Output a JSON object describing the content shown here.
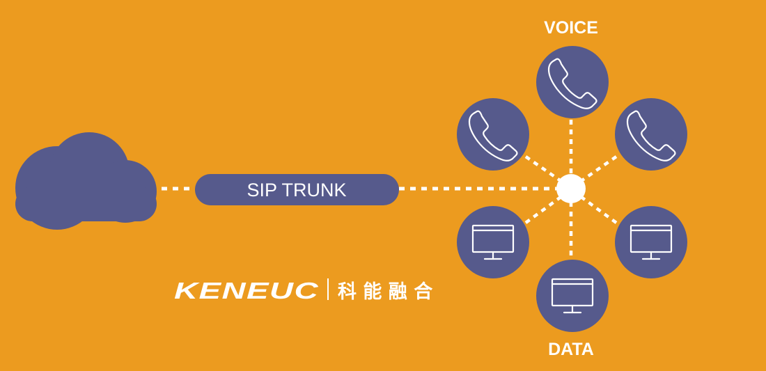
{
  "labels": {
    "top": "VOICE",
    "bottom": "DATA",
    "trunk": "SIP TRUNK"
  },
  "brand": {
    "logo_text": "KENEUC",
    "chinese": "科 能 融 合"
  },
  "nodes": [
    {
      "name": "phone-node-top",
      "icon": "phone-icon"
    },
    {
      "name": "phone-node-left",
      "icon": "phone-icon"
    },
    {
      "name": "phone-node-right",
      "icon": "phone-icon"
    },
    {
      "name": "monitor-node-left",
      "icon": "monitor-icon"
    },
    {
      "name": "monitor-node-right",
      "icon": "monitor-icon"
    },
    {
      "name": "monitor-node-bottom",
      "icon": "monitor-icon"
    }
  ],
  "colors": {
    "background": "#ec9b1f",
    "node": "#565a8c",
    "line": "#ffffff"
  }
}
